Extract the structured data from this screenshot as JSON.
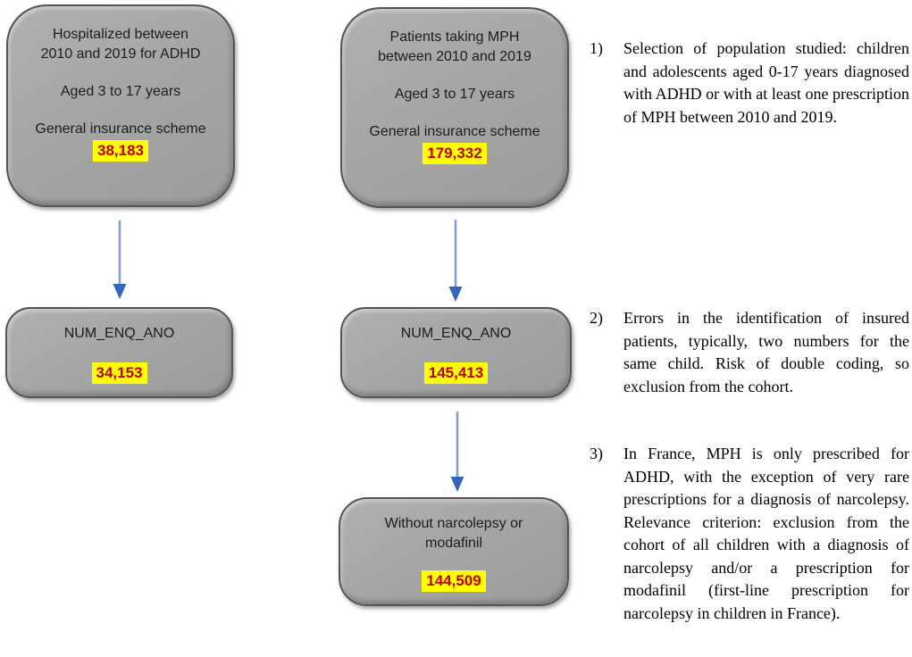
{
  "flowchart": {
    "boxes": {
      "hospitalized": {
        "line1": "Hospitalized between",
        "line2": "2010 and 2019 for ADHD",
        "line3": "Aged 3 to 17 years",
        "line4": "General insurance scheme",
        "value": "38,183"
      },
      "mph": {
        "line1": "Patients taking MPH",
        "line2": "between 2010 and 2019",
        "line3": "Aged 3 to 17 years",
        "line4": "General insurance scheme",
        "value": "179,332"
      },
      "num_left": {
        "line1": "NUM_ENQ_ANO",
        "value": "34,153"
      },
      "num_right": {
        "line1": "NUM_ENQ_ANO",
        "value": "145,413"
      },
      "narcolepsy": {
        "line1": "Without narcolepsy or",
        "line2": "modafinil",
        "value": "144,509"
      }
    },
    "notes": [
      {
        "marker": "1)",
        "text": "Selection of population studied: children and adolescents aged 0-17 years diagnosed with ADHD or with at least one prescription of MPH between 2010 and 2019."
      },
      {
        "marker": "2)",
        "text": "Errors in the identification of insured patients, typically, two numbers for the same child. Risk of double coding, so exclusion from the cohort."
      },
      {
        "marker": "3)",
        "text": "In France, MPH is only prescribed for ADHD, with the exception of very rare prescriptions for a diagnosis of narcolepsy. Relevance criterion: exclusion from the cohort of all children with a diagnosis of narcolepsy and/or a prescription for modafinil (first-line prescription for narcolepsy in children in France)."
      }
    ],
    "colors": {
      "box_fill": "#a6a6a6",
      "box_border": "#545454",
      "arrow_line": "#7f9bd4",
      "arrow_head": "#3563c0",
      "value_text": "#c00000",
      "value_bg": "#ffff00"
    }
  }
}
